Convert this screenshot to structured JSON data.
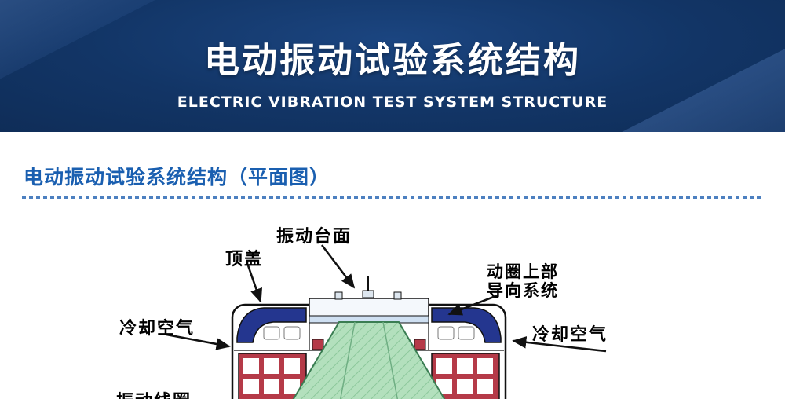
{
  "banner": {
    "title_cn": "电动振动试验系统结构",
    "title_en": "ELECTRIC VIBRATION TEST SYSTEM STRUCTURE"
  },
  "section": {
    "heading": "电动振动试验系统结构（平面图）"
  },
  "diagram": {
    "labels": {
      "table_surface": "振动台面",
      "top_cover": "顶盖",
      "guide_line1": "动圈上部",
      "guide_line2": "导向系统",
      "cooling_left": "冷却空气",
      "cooling_right": "冷却空气",
      "coil_partial": "振动线圈"
    }
  },
  "colors": {
    "banner_bg": "#123566",
    "heading_blue": "#1a5fb0",
    "cap_blue": "#24368f",
    "body_red": "#b53a48",
    "cone_green": "#b3e0bd"
  }
}
